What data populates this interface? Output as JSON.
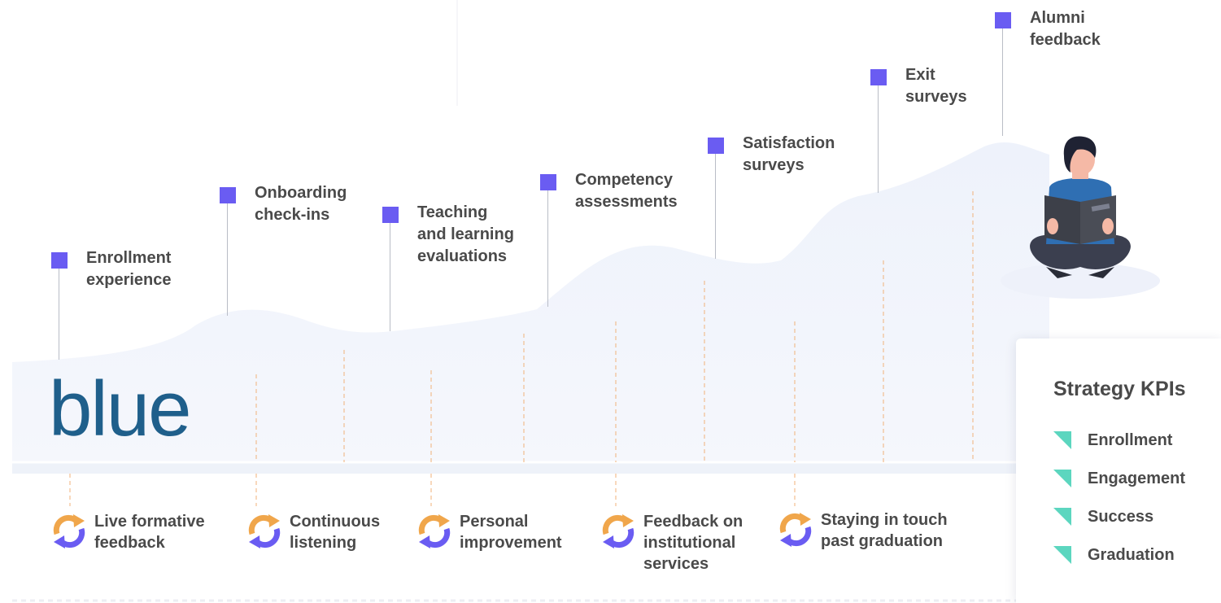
{
  "logo": {
    "text": "blue",
    "color": "#1f5f8b"
  },
  "colors": {
    "milestone_marker": "#6a5cf2",
    "kpi_marker": "#5cd6bf",
    "cycle_orange": "#f0a64b",
    "cycle_purple": "#6a5cf2",
    "guide_line": "#f0b27a"
  },
  "milestones": [
    {
      "line1": "Enrollment",
      "line2": "experience"
    },
    {
      "line1": "Onboarding",
      "line2": "check-ins"
    },
    {
      "line1": "Teaching",
      "line2": "and learning",
      "line3": "evaluations"
    },
    {
      "line1": "Competency",
      "line2": "assessments"
    },
    {
      "line1": "Satisfaction",
      "line2": "surveys"
    },
    {
      "line1": "Exit",
      "line2": "surveys"
    },
    {
      "line1": "Alumni",
      "line2": "feedback"
    }
  ],
  "features": [
    {
      "line1": "Live formative",
      "line2": "feedback",
      "icon": "refresh-cycle-icon"
    },
    {
      "line1": "Continuous",
      "line2": "listening",
      "icon": "refresh-cycle-icon"
    },
    {
      "line1": "Personal",
      "line2": "improvement",
      "icon": "refresh-cycle-icon"
    },
    {
      "line1": "Feedback on",
      "line2": "institutional",
      "line3": "services",
      "icon": "refresh-cycle-icon"
    },
    {
      "line1": "Staying in touch",
      "line2": "past graduation",
      "icon": "refresh-cycle-icon"
    }
  ],
  "kpis": {
    "title": "Strategy KPIs",
    "items": [
      "Enrollment",
      "Engagement",
      "Success",
      "Graduation"
    ]
  }
}
